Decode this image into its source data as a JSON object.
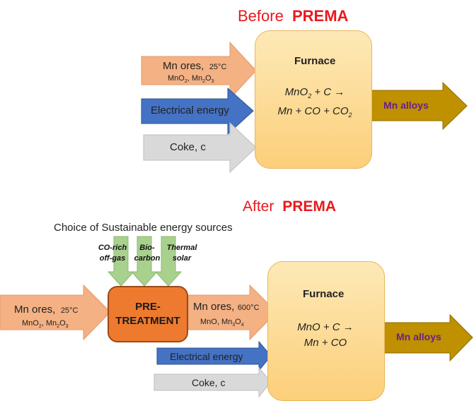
{
  "before": {
    "title_prefix": "Before",
    "title_brand": "PREMA",
    "input_mn": {
      "label": "Mn ores,",
      "temp": "25°C",
      "sub": "MnO2, Mn2O3"
    },
    "input_energy": {
      "label": "Electrical energy"
    },
    "input_coke": {
      "label": "Coke, c"
    },
    "furnace": {
      "title": "Furnace",
      "eq_line1": "MnO2 + C →",
      "eq_line2": "Mn + CO + CO2"
    },
    "output": {
      "label": "Mn alloys"
    }
  },
  "after": {
    "title_prefix": "After",
    "title_brand": "PREMA",
    "energy_choice_label": "Choice of Sustainable energy sources",
    "energy_sources": [
      {
        "line1": "CO-rich",
        "line2": "off-gas"
      },
      {
        "line1": "Bio-",
        "line2": "carbon"
      },
      {
        "line1": "Thermal",
        "line2": "solar"
      }
    ],
    "input_mn": {
      "label": "Mn ores,",
      "temp": "25°C",
      "sub": "MnO2, Mn2O3"
    },
    "pretreatment": {
      "line1": "PRE-",
      "line2": "TREATMENT"
    },
    "treated_mn": {
      "label": "Mn ores,",
      "temp": "600°C",
      "sub": "MnO, Mn3O4"
    },
    "input_energy": {
      "label": "Electrical energy"
    },
    "input_coke": {
      "label": "Coke, c"
    },
    "furnace": {
      "title": "Furnace",
      "eq_line1": "MnO + C →",
      "eq_line2": "Mn + CO"
    },
    "output": {
      "label": "Mn alloys"
    }
  },
  "colors": {
    "mn_arrow": "#f4b183",
    "energy_arrow": "#4472c4",
    "coke_arrow": "#d9d9d9",
    "output_arrow": "#bf9000",
    "green_arrow": "#a9d18e",
    "pretreatment_box": "#ee7a2f",
    "brand_red": "#e8191e",
    "output_text": "#6b1f8a"
  }
}
